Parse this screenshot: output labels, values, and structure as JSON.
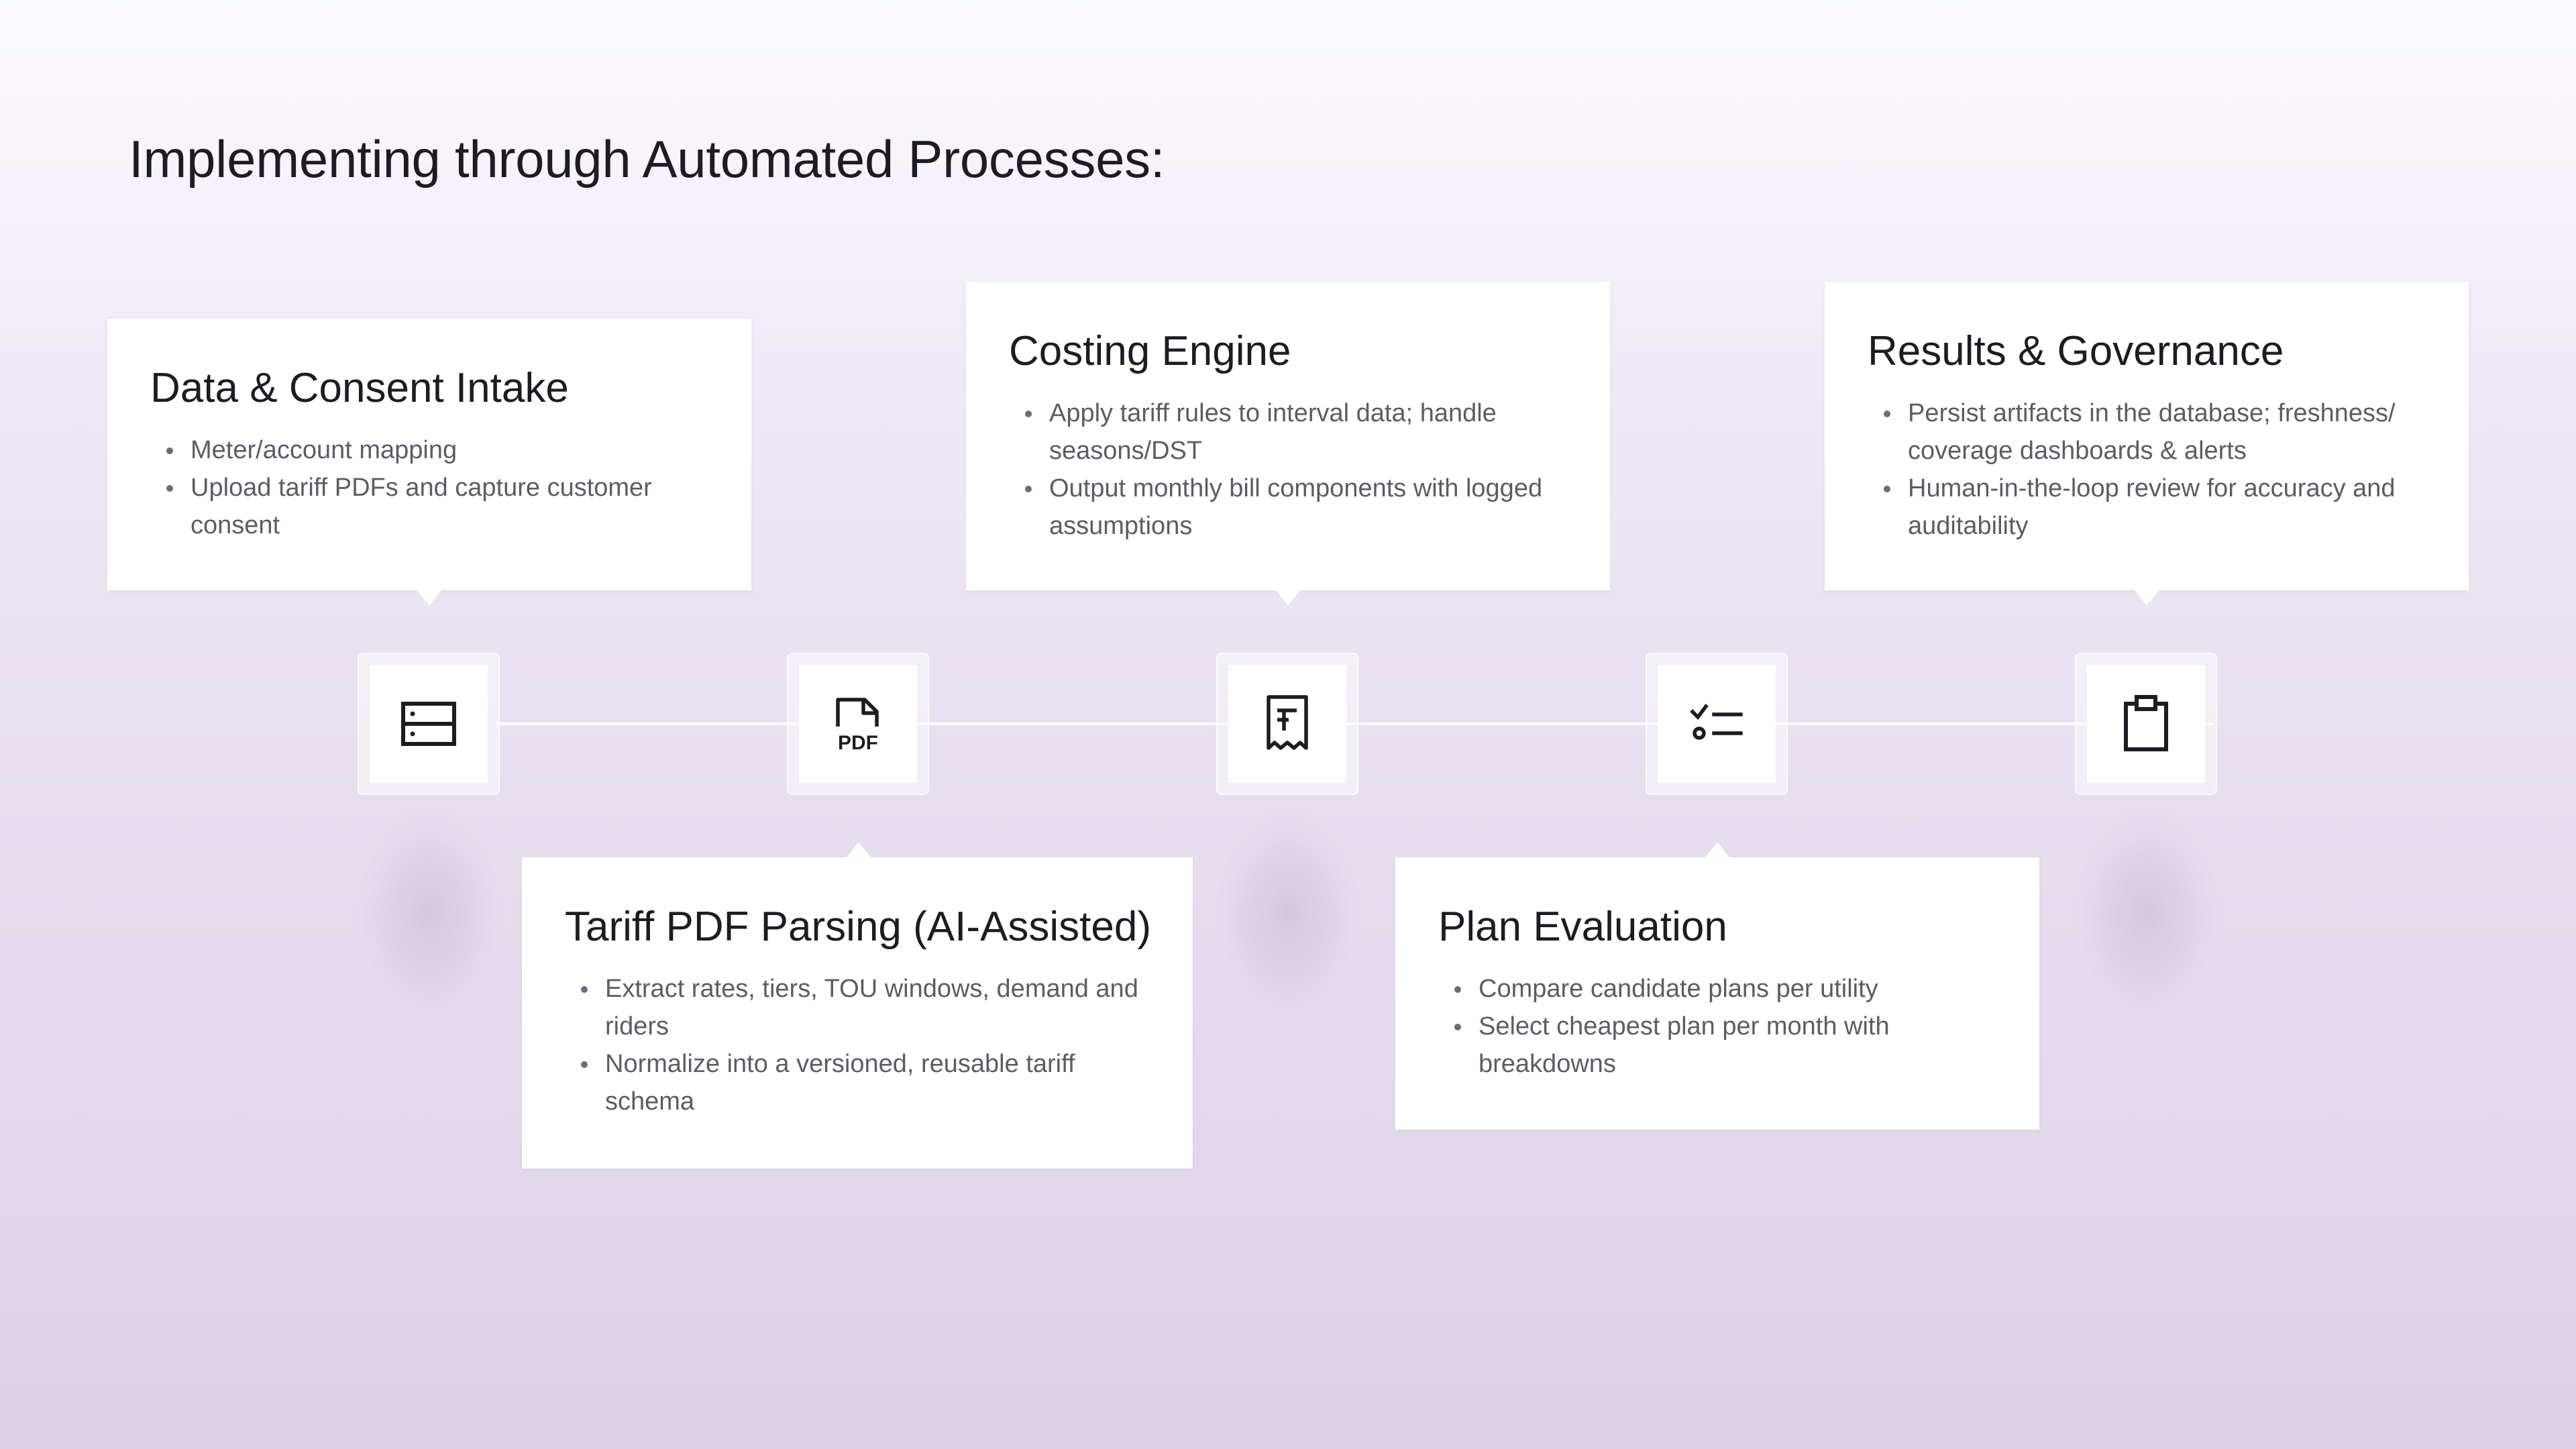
{
  "title": "Implementing through Automated Processes:",
  "steps": [
    {
      "title": "Data & Consent Intake",
      "icon": "server-icon",
      "bullets": [
        "Meter/account mapping",
        "Upload tariff PDFs and capture customer consent"
      ]
    },
    {
      "title": "Tariff PDF Parsing (AI-Assisted)",
      "icon": "pdf-file-icon",
      "bullets": [
        "Extract rates, tiers, TOU windows, demand and riders",
        "Normalize into a versioned, reusable tariff schema"
      ]
    },
    {
      "title": "Costing Engine",
      "icon": "receipt-icon",
      "bullets": [
        "Apply tariff rules to interval data; handle seasons/DST",
        "Output monthly bill components with logged assumptions"
      ]
    },
    {
      "title": "Plan Evaluation",
      "icon": "checklist-icon",
      "bullets": [
        "Compare candidate plans per utility",
        "Select cheapest plan per month with breakdowns"
      ]
    },
    {
      "title": "Results & Governance",
      "icon": "clipboard-icon",
      "bullets": [
        "Persist artifacts in the database; freshness/ coverage dashboards & alerts",
        "Human-in-the-loop review for accuracy and auditability"
      ]
    }
  ]
}
